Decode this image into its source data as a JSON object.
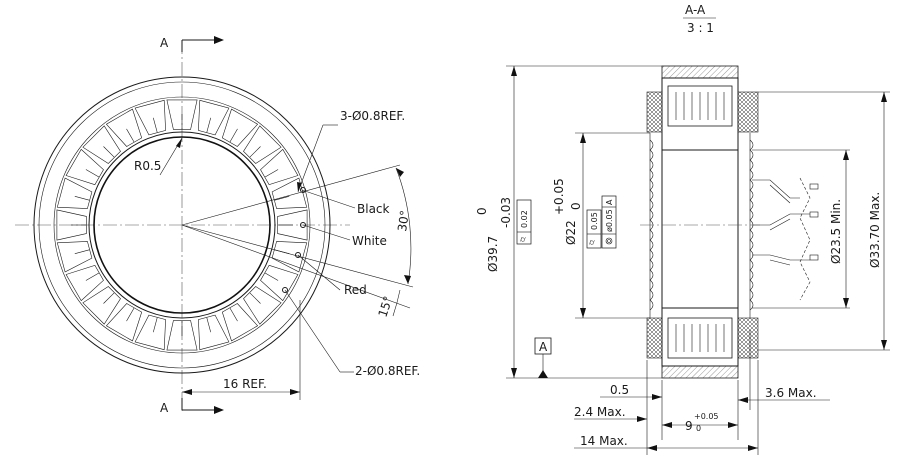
{
  "front_view": {
    "section_marker_top": "A",
    "section_marker_bottom": "A",
    "radius_label": "R0.5",
    "holes_top_label": "3-Ø0.8REF.",
    "holes_bottom_label": "2-Ø0.8REF.",
    "wire_black": "Black",
    "wire_white": "White",
    "wire_red": "Red",
    "angle_30": "30°",
    "angle_15": "15°",
    "width_ref": "16 REF."
  },
  "section_view": {
    "title_top": "A-A",
    "title_scale": "3 : 1",
    "outer_dia": "Ø39.7",
    "outer_tol_upper": "0",
    "outer_tol_lower": "-0.03",
    "outer_gdt": "0.02",
    "inner_dia": "Ø22",
    "inner_tol_upper": "+0.05",
    "inner_tol_lower": "0",
    "inner_gdt_1": "0.05",
    "inner_gdt_2": "ø0.05",
    "inner_gdt_datum": "A",
    "datum": "A",
    "dia_235": "Ø23.5 Min.",
    "dia_337": "Ø33.70 Max.",
    "dim_05": "0.5",
    "dim_24": "2.4 Max.",
    "dim_9": "9",
    "dim_9_tol_upper": "+0.05",
    "dim_9_tol_lower": "0",
    "dim_36": "3.6 Max.",
    "dim_14": "14 Max."
  }
}
